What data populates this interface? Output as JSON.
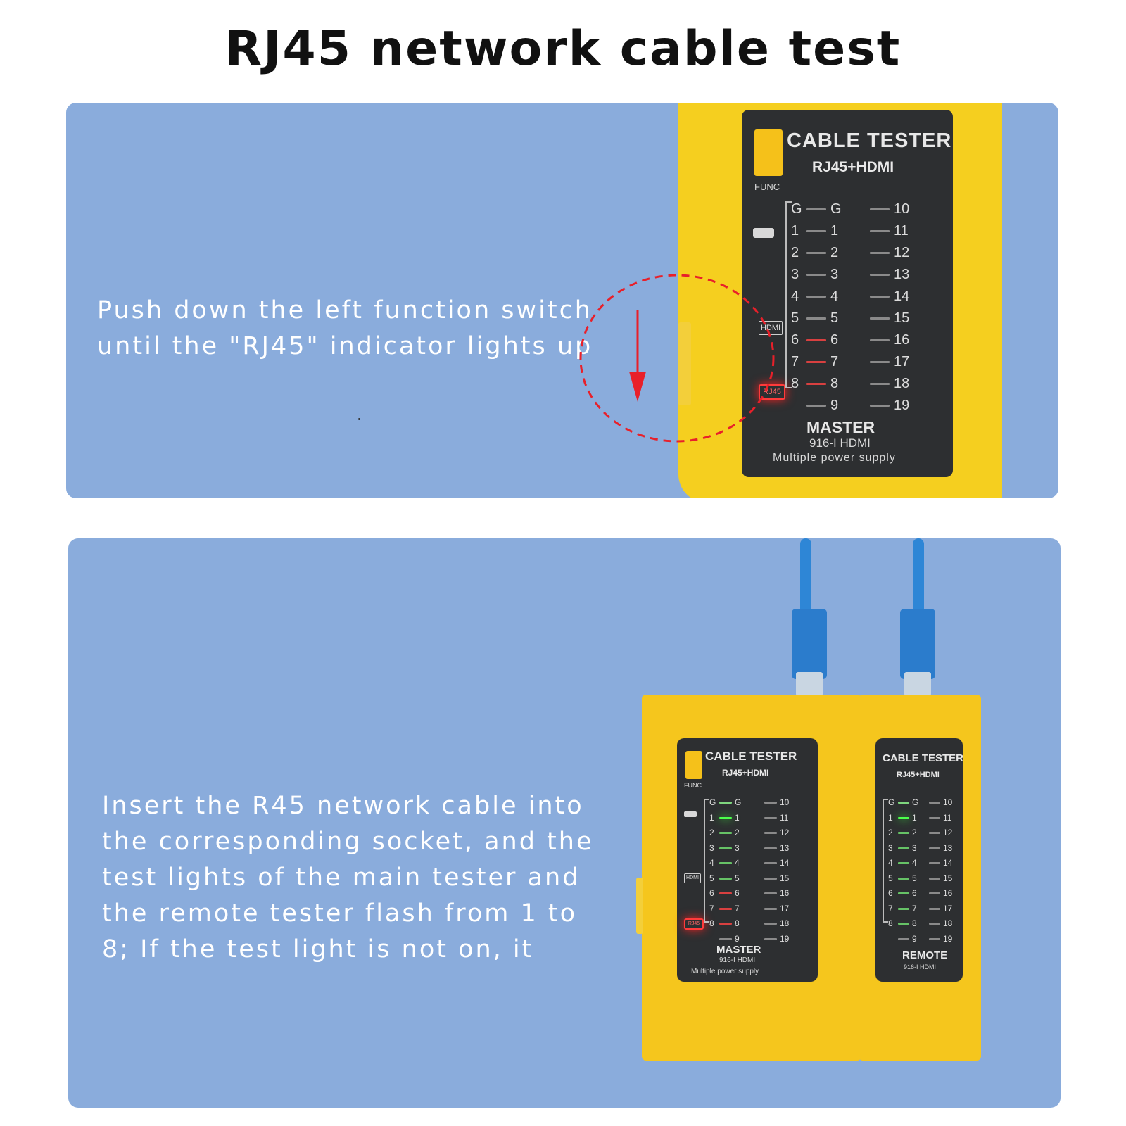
{
  "title": "RJ45 network cable test",
  "step1": {
    "caption_line1": "Push down the left function switch",
    "caption_line2": "until the \"RJ45\" indicator lights up"
  },
  "step2": {
    "caption_lines": [
      "Insert the R45 network cable into",
      "the corresponding socket, and the",
      "test lights of the main tester and",
      "the remote tester flash from 1 to",
      "8; If the test light is not on, it"
    ]
  },
  "device": {
    "brand": "CABLE TESTER",
    "model_line": "RJ45+HDMI",
    "func_label": "FUNC",
    "hdmi_label": "HDMI",
    "rj45_label": "RJ45",
    "master_label": "MASTER",
    "master_model": "916-I HDMI",
    "master_power": "Multiple power supply",
    "remote_label": "REMOTE",
    "remote_model": "916-I HDMI",
    "left_pins": [
      "G",
      "1",
      "2",
      "3",
      "4",
      "5",
      "6",
      "7",
      "8",
      "9"
    ],
    "right_pins": [
      "10",
      "11",
      "12",
      "13",
      "14",
      "15",
      "16",
      "17",
      "18",
      "19"
    ]
  },
  "colors": {
    "panel": "#8aacdc",
    "device_yellow": "#f5cf1f",
    "face_dark": "#2d2f31",
    "arrow_red": "#e8202a",
    "cable_blue": "#2e86d6",
    "led_green": "#4cff4c",
    "led_red": "#ff4a4a"
  },
  "icons": {
    "arrow": "down-arrow-icon",
    "dashed_circle": "dashed-circle-highlight",
    "hdmi_port": "hdmi-port-icon"
  }
}
